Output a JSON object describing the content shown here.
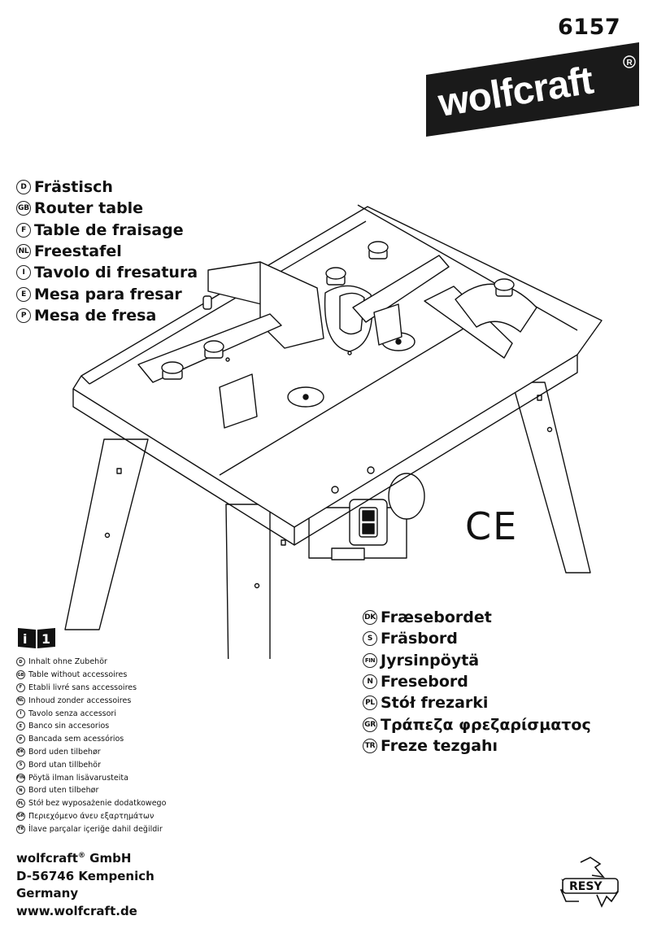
{
  "model_number": "6157",
  "brand": {
    "logo_text": "wolfcraft",
    "registered_mark": "®"
  },
  "titles_top": [
    {
      "code": "D",
      "label": "Frästisch"
    },
    {
      "code": "GB",
      "label": "Router table"
    },
    {
      "code": "F",
      "label": "Table de fraisage"
    },
    {
      "code": "NL",
      "label": "Freestafel"
    },
    {
      "code": "I",
      "label": "Tavolo di fresatura"
    },
    {
      "code": "E",
      "label": "Mesa para fresar"
    },
    {
      "code": "P",
      "label": "Mesa de fresa"
    }
  ],
  "titles_bottom": [
    {
      "code": "DK",
      "label": "Fræsebordet"
    },
    {
      "code": "S",
      "label": "Fräsbord"
    },
    {
      "code": "FIN",
      "label": "Jyrsinpöytä"
    },
    {
      "code": "N",
      "label": "Fresebord"
    },
    {
      "code": "PL",
      "label": "Stół frezarki"
    },
    {
      "code": "GR",
      "label": "Τράπεζα φρεζαρίσματος"
    },
    {
      "code": "TR",
      "label": "Freze tezgahı"
    }
  ],
  "ce_mark": "CE",
  "book_icon": {
    "icon": "book-icon",
    "label": "i 1"
  },
  "contents": [
    {
      "code": "D",
      "text": "Inhalt ohne Zubehör"
    },
    {
      "code": "GB",
      "text": "Table without accessoires"
    },
    {
      "code": "F",
      "text": "Etabli livré sans accessoires"
    },
    {
      "code": "NL",
      "text": "Inhoud zonder accessoires"
    },
    {
      "code": "I",
      "text": "Tavolo senza accessori"
    },
    {
      "code": "E",
      "text": "Banco sin accesorios"
    },
    {
      "code": "P",
      "text": "Bancada sem acessórios"
    },
    {
      "code": "DK",
      "text": "Bord uden tilbehør"
    },
    {
      "code": "S",
      "text": "Bord utan tillbehör"
    },
    {
      "code": "FIN",
      "text": "Pöytä ilman lisävarusteita"
    },
    {
      "code": "N",
      "text": "Bord uten tilbehør"
    },
    {
      "code": "PL",
      "text": "Stół bez wyposażenie dodatkowego"
    },
    {
      "code": "GR",
      "text": "Περιεχόμενο άνευ εξαρτημάτων"
    },
    {
      "code": "TR",
      "text": "İlave parçalar içeriğe dahil değildir"
    }
  ],
  "address": {
    "company": "wolfcraft",
    "registered_mark": "®",
    "company_suffix": " GmbH",
    "city": "D-56746 Kempenich",
    "country": "Germany",
    "website": "www.wolfcraft.de"
  },
  "recycle_mark": {
    "icon": "recycle-icon",
    "label": "RESY"
  },
  "colors": {
    "ink": "#111111",
    "logo_bg": "#1a1a1a",
    "logo_text": "#ffffff",
    "paper": "#ffffff"
  }
}
